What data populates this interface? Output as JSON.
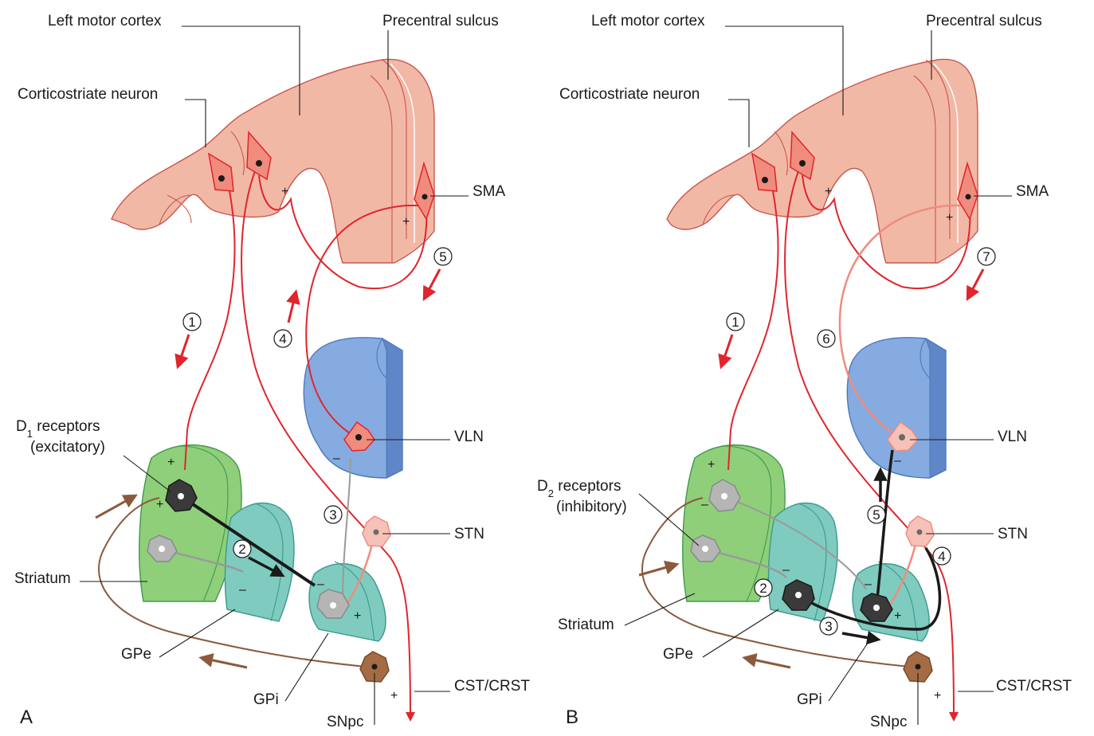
{
  "colors": {
    "cortex": "#f2b8a6",
    "cortex_edge": "#c9574c",
    "pathway_red": "#e0252c",
    "pathway_pink": "#f08c7d",
    "striatum": "#8fcf7a",
    "gpe_gpi": "#7fcbbf",
    "vln": "#86abe0",
    "snpc": "#8b5a3c",
    "black_path": "#1a1a1a",
    "gray_path": "#9a9a9a"
  },
  "panel_a": {
    "letter": "A",
    "labels": {
      "left_motor_cortex": "Left motor cortex",
      "precentral_sulcus": "Precentral sulcus",
      "corticostriate_neuron": "Corticostriate neuron",
      "sma": "SMA",
      "d1_receptors_line1": "D",
      "d1_receptors_sub": "1",
      "d1_receptors_line1_rest": " receptors",
      "d1_receptors_line2": "(excitatory)",
      "vln": "VLN",
      "stn": "STN",
      "striatum": "Striatum",
      "gpe": "GPe",
      "gpi": "GPi",
      "snpc": "SNpc",
      "cst_crst": "CST/CRST"
    },
    "steps": [
      "1",
      "2",
      "3",
      "4",
      "5"
    ]
  },
  "panel_b": {
    "letter": "B",
    "labels": {
      "left_motor_cortex": "Left motor cortex",
      "precentral_sulcus": "Precentral sulcus",
      "corticostriate_neuron": "Corticostriate neuron",
      "sma": "SMA",
      "d2_receptors_line1": "D",
      "d2_receptors_sub": "2",
      "d2_receptors_line1_rest": " receptors",
      "d2_receptors_line2": "(inhibitory)",
      "vln": "VLN",
      "stn": "STN",
      "striatum": "Striatum",
      "gpe": "GPe",
      "gpi": "GPi",
      "snpc": "SNpc",
      "cst_crst": "CST/CRST"
    },
    "steps": [
      "1",
      "2",
      "3",
      "4",
      "5",
      "6",
      "7"
    ]
  },
  "signs": {
    "plus": "+",
    "minus": "–"
  }
}
